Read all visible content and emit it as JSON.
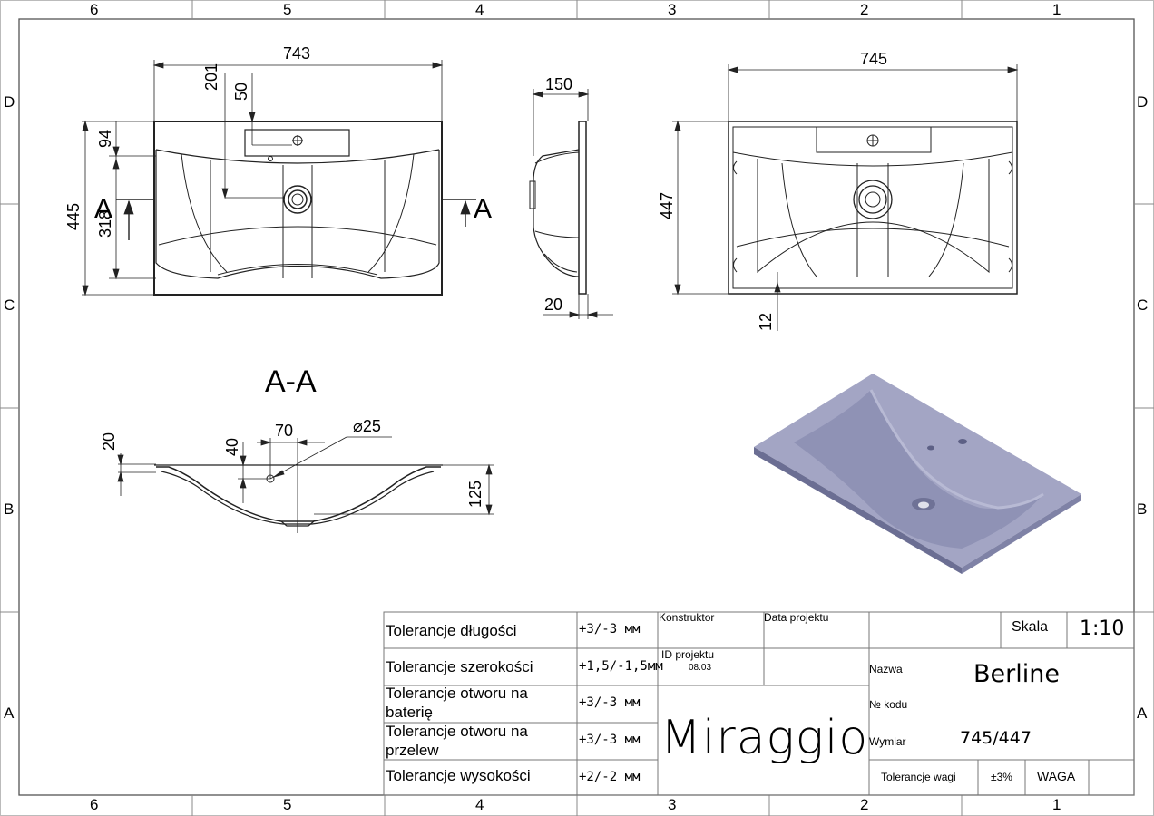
{
  "frame": {
    "columns": [
      "6",
      "5",
      "4",
      "3",
      "2",
      "1"
    ],
    "rows": [
      "D",
      "C",
      "B",
      "A"
    ]
  },
  "dimensions": {
    "top_width": "743",
    "top_201": "201",
    "top_50": "50",
    "top_94": "94",
    "top_445": "445",
    "top_318": "318",
    "section_mark_left": "A",
    "section_mark_right": "A",
    "side_150": "150",
    "side_20": "20",
    "back_width": "745",
    "back_447": "447",
    "back_12": "12",
    "section_title": "A-A",
    "sec_20": "20",
    "sec_40": "40",
    "sec_70": "70",
    "sec_dia": "⌀25",
    "sec_125": "125"
  },
  "title_block": {
    "tolerances": [
      {
        "label": "Tolerancje długości",
        "value": "+3/-3 мм"
      },
      {
        "label": "Tolerancje szerokości",
        "value": "+1,5/-1,5мм"
      },
      {
        "label": "Tolerancje otworu na baterię",
        "value": "+3/-3 мм"
      },
      {
        "label": "Tolerancje otworu na przelew",
        "value": "+3/-3 мм"
      },
      {
        "label": "Tolerancje wysokości",
        "value": "+2/-2 мм"
      }
    ],
    "konstruktor_label": "Konstruktor",
    "data_projektu_label": "Data projektu",
    "id_projektu_label": "ID projektu",
    "id_projektu_value": "08.03",
    "company": "Miraggio",
    "skala_label": "Skala",
    "skala_value": "1:10",
    "nazwa_label": "Nazwa",
    "nazwa_value": "Berline",
    "nr_kodu_label": "№ kodu",
    "wymiar_label": "Wymiar",
    "wymiar_value": "745/447",
    "tolerancje_wagi_label": "Tolerancje wagi",
    "tolerancje_wagi_value": "±3%",
    "waga_label": "WAGA"
  },
  "colors": {
    "render_surface": "#a3a5c4",
    "render_edge": "#7f82a6",
    "render_dark": "#6b6e93"
  }
}
